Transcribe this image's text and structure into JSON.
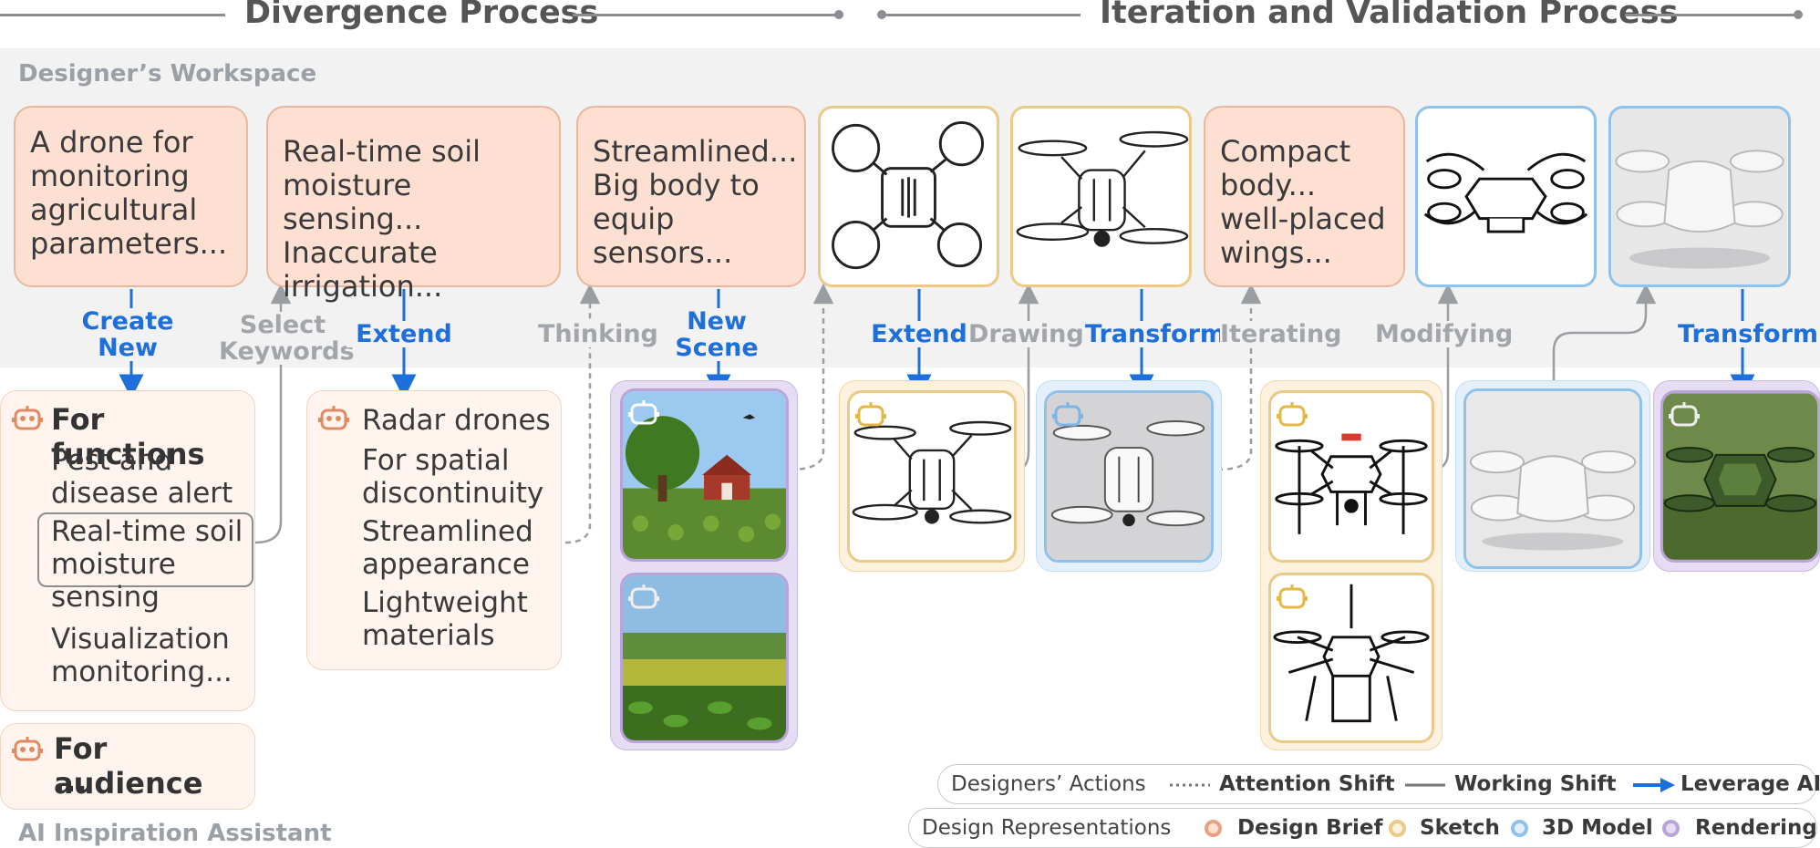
{
  "header": {
    "left_title": "Divergence Process",
    "right_title": "Iteration and Validation Process"
  },
  "workspace": {
    "label": "Designer’s Workspace"
  },
  "assistant": {
    "label": "AI Inspiration Assistant"
  },
  "briefs": [
    {
      "text": "A drone for\nmonitoring\nagricultural\nparameters..."
    },
    {
      "text": "Real-time soil\nmoisture sensing...\nInaccurate\nirrigation..."
    },
    {
      "text": "Streamlined...\nBig body to\nequip\nsensors..."
    },
    {
      "text": "Compact\nbody...\nwell-placed\nwings..."
    }
  ],
  "actions": {
    "create_new": "Create\nNew",
    "select_keywords": "Select\nKeywords",
    "extend_1": "Extend",
    "thinking": "Thinking",
    "new_scene": "New\nScene",
    "extend_2": "Extend",
    "drawing": "Drawing",
    "transform_1": "Transform",
    "iterating": "Iterating",
    "modifying": "Modifying",
    "transform_2": "Transform"
  },
  "functions_panel": {
    "title": "For functions",
    "items": [
      "Pest and\ndisease alert",
      "Real-time soil\nmoisture\nsensing",
      "Visualization\nmonitoring..."
    ]
  },
  "audience_panel": {
    "title": "For audience",
    "ellipsis": "..."
  },
  "keywords_panel": {
    "items": [
      "Radar drones",
      "For spatial\ndiscontinuity",
      "Streamlined\nappearance",
      "Lightweight\nmaterials"
    ]
  },
  "legend": {
    "actions_label": "Designers’ Actions",
    "attention_shift": "Attention Shift",
    "working_shift": "Working Shift",
    "leverage_ai": "Leverage AI",
    "representations_label": "Design Representations",
    "design_brief": "Design Brief",
    "sketch": "Sketch",
    "model_3d": "3D Model",
    "rendering": "Rendering"
  },
  "colors": {
    "brief": "#fde0d1",
    "sketch": "#ebc986",
    "model": "#8fc1ea",
    "rendering": "#b8a4d8",
    "action_blue": "#1e6fd9",
    "action_gray": "#a2a6ab"
  }
}
